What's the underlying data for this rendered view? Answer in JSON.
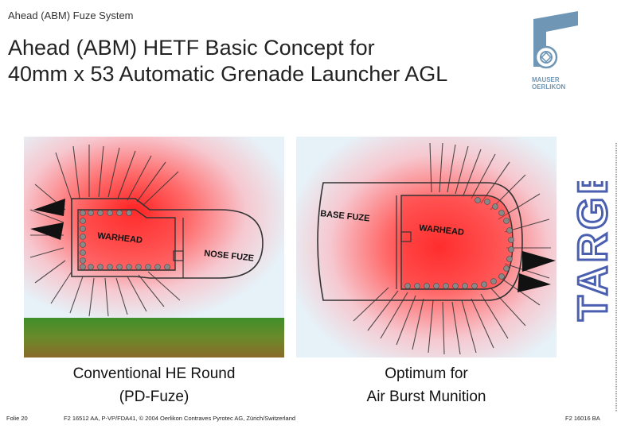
{
  "header": {
    "section": "Ahead (ABM) Fuze System"
  },
  "title": {
    "line1": "Ahead (ABM) HETF Basic Concept for",
    "line2": "40mm x 53 Automatic Grenade Launcher AGL"
  },
  "logo": {
    "line1": "MAUSER",
    "line2": "OERLIKON",
    "icon": "crosshair-ring-icon"
  },
  "left_panel": {
    "warhead_label": "WARHEAD",
    "fuze_label": "NOSE FUZE",
    "caption_line1": "Conventional HE Round",
    "caption_line2": "(PD-Fuze)"
  },
  "right_panel": {
    "warhead_label": "WARHEAD",
    "fuze_label": "BASE FUZE",
    "caption_line1": "Optimum for",
    "caption_line2": "Air Burst Munition"
  },
  "target_label": "TARGET",
  "footer": {
    "folio": "Folie 20",
    "reference": "F2 16512 AA, P-VP/FDA41, © 2004 Oerlikon Contraves Pyrotec AG, Zürich/Switzerland",
    "doc_number": "F2 16016 BA"
  },
  "colors": {
    "blast_red": "#ff2a2a",
    "panel_bg": "#e6f2f8",
    "ground_green": "#3f8f2a",
    "ground_brown": "#8a6a2a",
    "target_blue": "#4a5fb0",
    "logo_blue": "#6f97b5"
  }
}
